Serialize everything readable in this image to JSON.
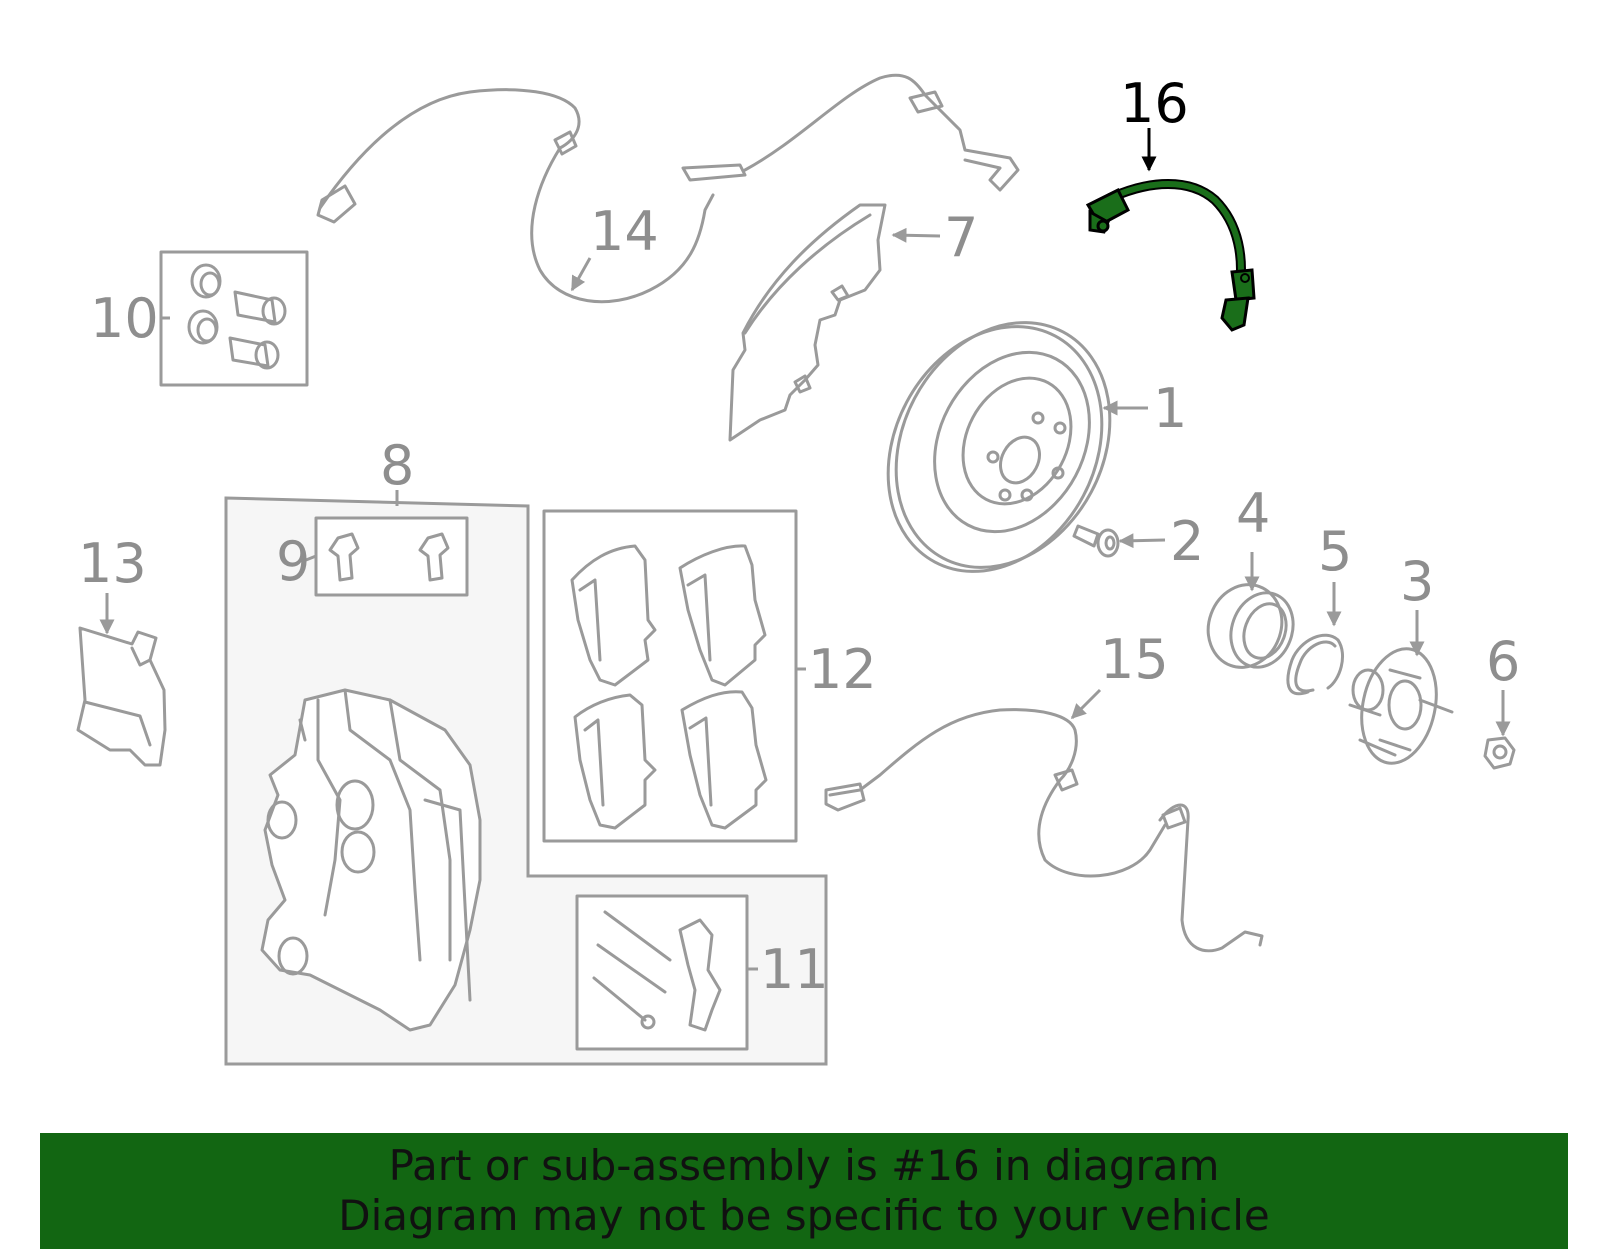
{
  "diagram": {
    "highlight_part": "16",
    "colors": {
      "part_stroke": "#9a9a9a",
      "callout_text": "#8e8e8e",
      "highlight_fill": "#1a6e1a",
      "highlight_stroke": "#000000",
      "banner_background": "#126612",
      "banner_text": "#111111"
    },
    "callouts": {
      "c1": "1",
      "c2": "2",
      "c3": "3",
      "c4": "4",
      "c5": "5",
      "c6": "6",
      "c7": "7",
      "c8": "8",
      "c9": "9",
      "c10": "10",
      "c11": "11",
      "c12": "12",
      "c13": "13",
      "c14": "14",
      "c15": "15",
      "c16": "16"
    }
  },
  "banner": {
    "line1": "Part or sub-assembly is #16 in diagram",
    "line2": "Diagram may not be specific to your vehicle"
  }
}
